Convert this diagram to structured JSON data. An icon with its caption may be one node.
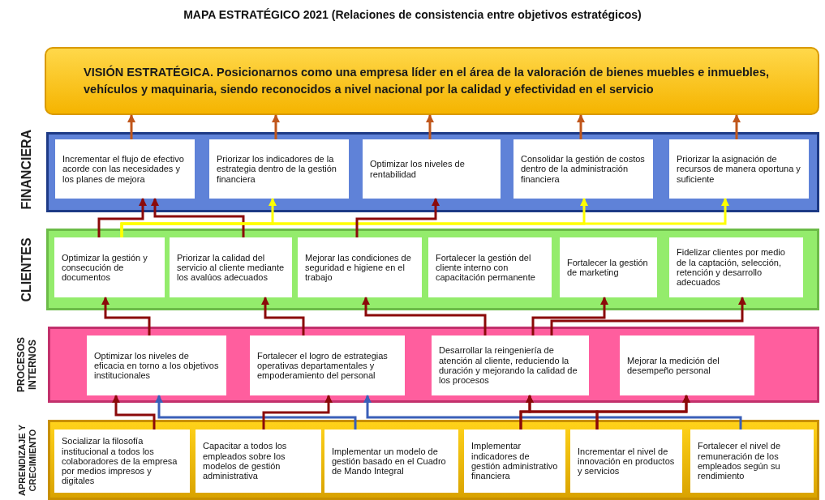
{
  "diagram": {
    "title": "MAPA ESTRATÉGICO 2021 (Relaciones de consistencia entre objetivos estratégicos)",
    "nodes": [
      {
        "text": [
          "VISIÓN ESTRATÉGICA. Posicionarnos como una empresa líder en el área de la valoración de bienes muebles e inmuebles, vehículos y maquinaria, siendo reconocidos a nivel nacional por la calidad y efectividad en el servicio"
        ]
      },
      {
        "text": [
          "FINANCIERA"
        ]
      },
      {
        "text": [
          "Incrementar el flujo de efectivo acorde con las necesidades y los planes de mejora"
        ],
        "in": 1
      },
      {
        "text": [
          "Priorizar los indicadores de la estrategia dentro de la gestión financiera"
        ],
        "in": 1
      },
      {
        "text": [
          "Optimizar los niveles de rentabilidad"
        ],
        "in": 1
      },
      {
        "text": [
          "Consolidar la gestión de costos dentro de la administración financiera"
        ],
        "in": 1
      },
      {
        "text": [
          "Priorizar la asignación de recursos de manera oportuna y suficiente"
        ],
        "in": 1
      },
      {
        "text": [
          "CLIENTES"
        ]
      },
      {
        "text": [
          "Optimizar la gestión y consecución de documentos"
        ],
        "in": 7
      },
      {
        "text": [
          "Priorizar la calidad del servicio al cliente mediante los avalúos adecuados"
        ],
        "in": 7
      },
      {
        "text": [
          "Mejorar las condiciones de seguridad e higiene en el trabajo"
        ],
        "in": 7
      },
      {
        "text": [
          "Fortalecer la gestión del cliente interno con capacitación permanente"
        ],
        "in": 7
      },
      {
        "text": [
          "Fortalecer la gestión de marketing"
        ],
        "in": 7
      },
      {
        "text": [
          "Fidelizar clientes por medio de la captación, selección, retención y desarrollo adecuados"
        ],
        "in": 7
      },
      {
        "text": [
          "PROCESOS INTERNOS"
        ]
      },
      {
        "text": [
          "Optimizar los niveles de eficacia en torno a los objetivos institucionales"
        ],
        "in": 14
      },
      {
        "text": [
          "Fortalecer el logro de estrategias operativas departamentales y empoderamiento del personal"
        ],
        "in": 14
      },
      {
        "text": [
          "Desarrollar la reingeniería de atención al cliente, reduciendo la duración y mejorando la calidad de los procesos"
        ],
        "in": 14
      },
      {
        "text": [
          "Mejorar la medición del desempeño personal"
        ],
        "in": 14
      },
      {
        "text": [
          "APRENDIZAJE Y CRECIMIENTO"
        ]
      },
      {
        "text": [
          "Socializar la filosofía institucional a todos los colaboradores de la empresa por medios impresos y digitales"
        ],
        "in": 19
      },
      {
        "text": [
          "Capacitar a todos los empleados sobre los modelos de gestión administrativa"
        ],
        "in": 19
      },
      {
        "text": [
          "Implementar un modelo de gestión basado en el Cuadro de Mando Integral"
        ],
        "in": 19
      },
      {
        "text": [
          "Implementar indicadores de gestión administrativo financiera"
        ],
        "in": 19
      },
      {
        "text": [
          "Incrementar el nivel de innovación en productos y servicios"
        ],
        "in": 19
      },
      {
        "text": [
          "Fortalecer el nivel de remuneración de los empleados según su rendimiento"
        ],
        "in": 19
      }
    ],
    "edges": [
      {
        "from": 2,
        "to": 0,
        "arrow": "to",
        "color": "#c0561b"
      },
      {
        "from": 3,
        "to": 0,
        "arrow": "to",
        "color": "#c0561b"
      },
      {
        "from": 4,
        "to": 0,
        "arrow": "to",
        "color": "#c0561b"
      },
      {
        "from": 5,
        "to": 0,
        "arrow": "to",
        "color": "#c0561b"
      },
      {
        "from": 6,
        "to": 0,
        "arrow": "to",
        "color": "#c0561b"
      },
      {
        "from": 8,
        "to": 2,
        "arrow": "to"
      },
      {
        "from": 9,
        "to": 2,
        "arrow": "to"
      },
      {
        "from": 8,
        "to": 3,
        "arrow": "to",
        "color": "#ffff00"
      },
      {
        "from": 8,
        "to": 5,
        "arrow": "to",
        "color": "#ffff00"
      },
      {
        "from": 8,
        "to": 6,
        "arrow": "to",
        "color": "#ffff00"
      },
      {
        "from": 10,
        "to": 4,
        "arrow": "to"
      },
      {
        "from": 15,
        "to": 8,
        "arrow": "to"
      },
      {
        "from": 16,
        "to": 9,
        "arrow": "to"
      },
      {
        "from": 17,
        "to": 10,
        "arrow": "to"
      },
      {
        "from": 17,
        "to": 12,
        "arrow": "to"
      },
      {
        "from": 17,
        "to": 13,
        "arrow": "to"
      },
      {
        "from": 20,
        "to": 15,
        "arrow": "to"
      },
      {
        "from": 22,
        "to": 15,
        "arrow": "to",
        "color": "#3a5fb8"
      },
      {
        "from": 21,
        "to": 16,
        "arrow": "to"
      },
      {
        "from": 25,
        "to": 16,
        "arrow": "to",
        "color": "#3a5fb8"
      },
      {
        "from": 23,
        "to": 17,
        "arrow": "to"
      },
      {
        "from": 23,
        "to": 18,
        "arrow": "to"
      },
      {
        "from": 24,
        "to": 17,
        "arrow": "to"
      },
      {
        "from": 24,
        "to": 18,
        "arrow": "to"
      }
    ]
  }
}
